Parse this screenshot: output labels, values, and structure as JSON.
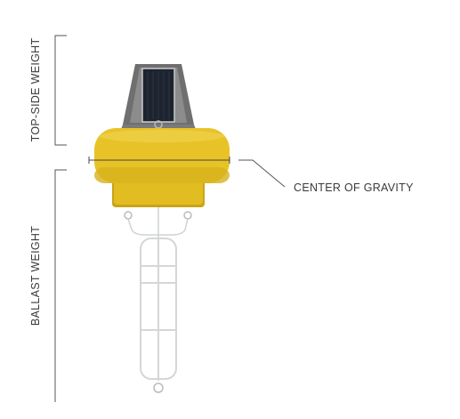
{
  "labels": {
    "top_side_weight": "TOP-SIDE WEIGHT",
    "ballast_weight": "BALLAST WEIGHT",
    "center_of_gravity": "CENTER OF GRAVITY"
  },
  "colors": {
    "float_yellow": "#e8c328",
    "float_shadow": "#c9a416",
    "tower_gray": "#8c8c8c",
    "solar_panel": "#1d2430",
    "frame_silver": "#d4d6d8",
    "line": "#555555"
  }
}
